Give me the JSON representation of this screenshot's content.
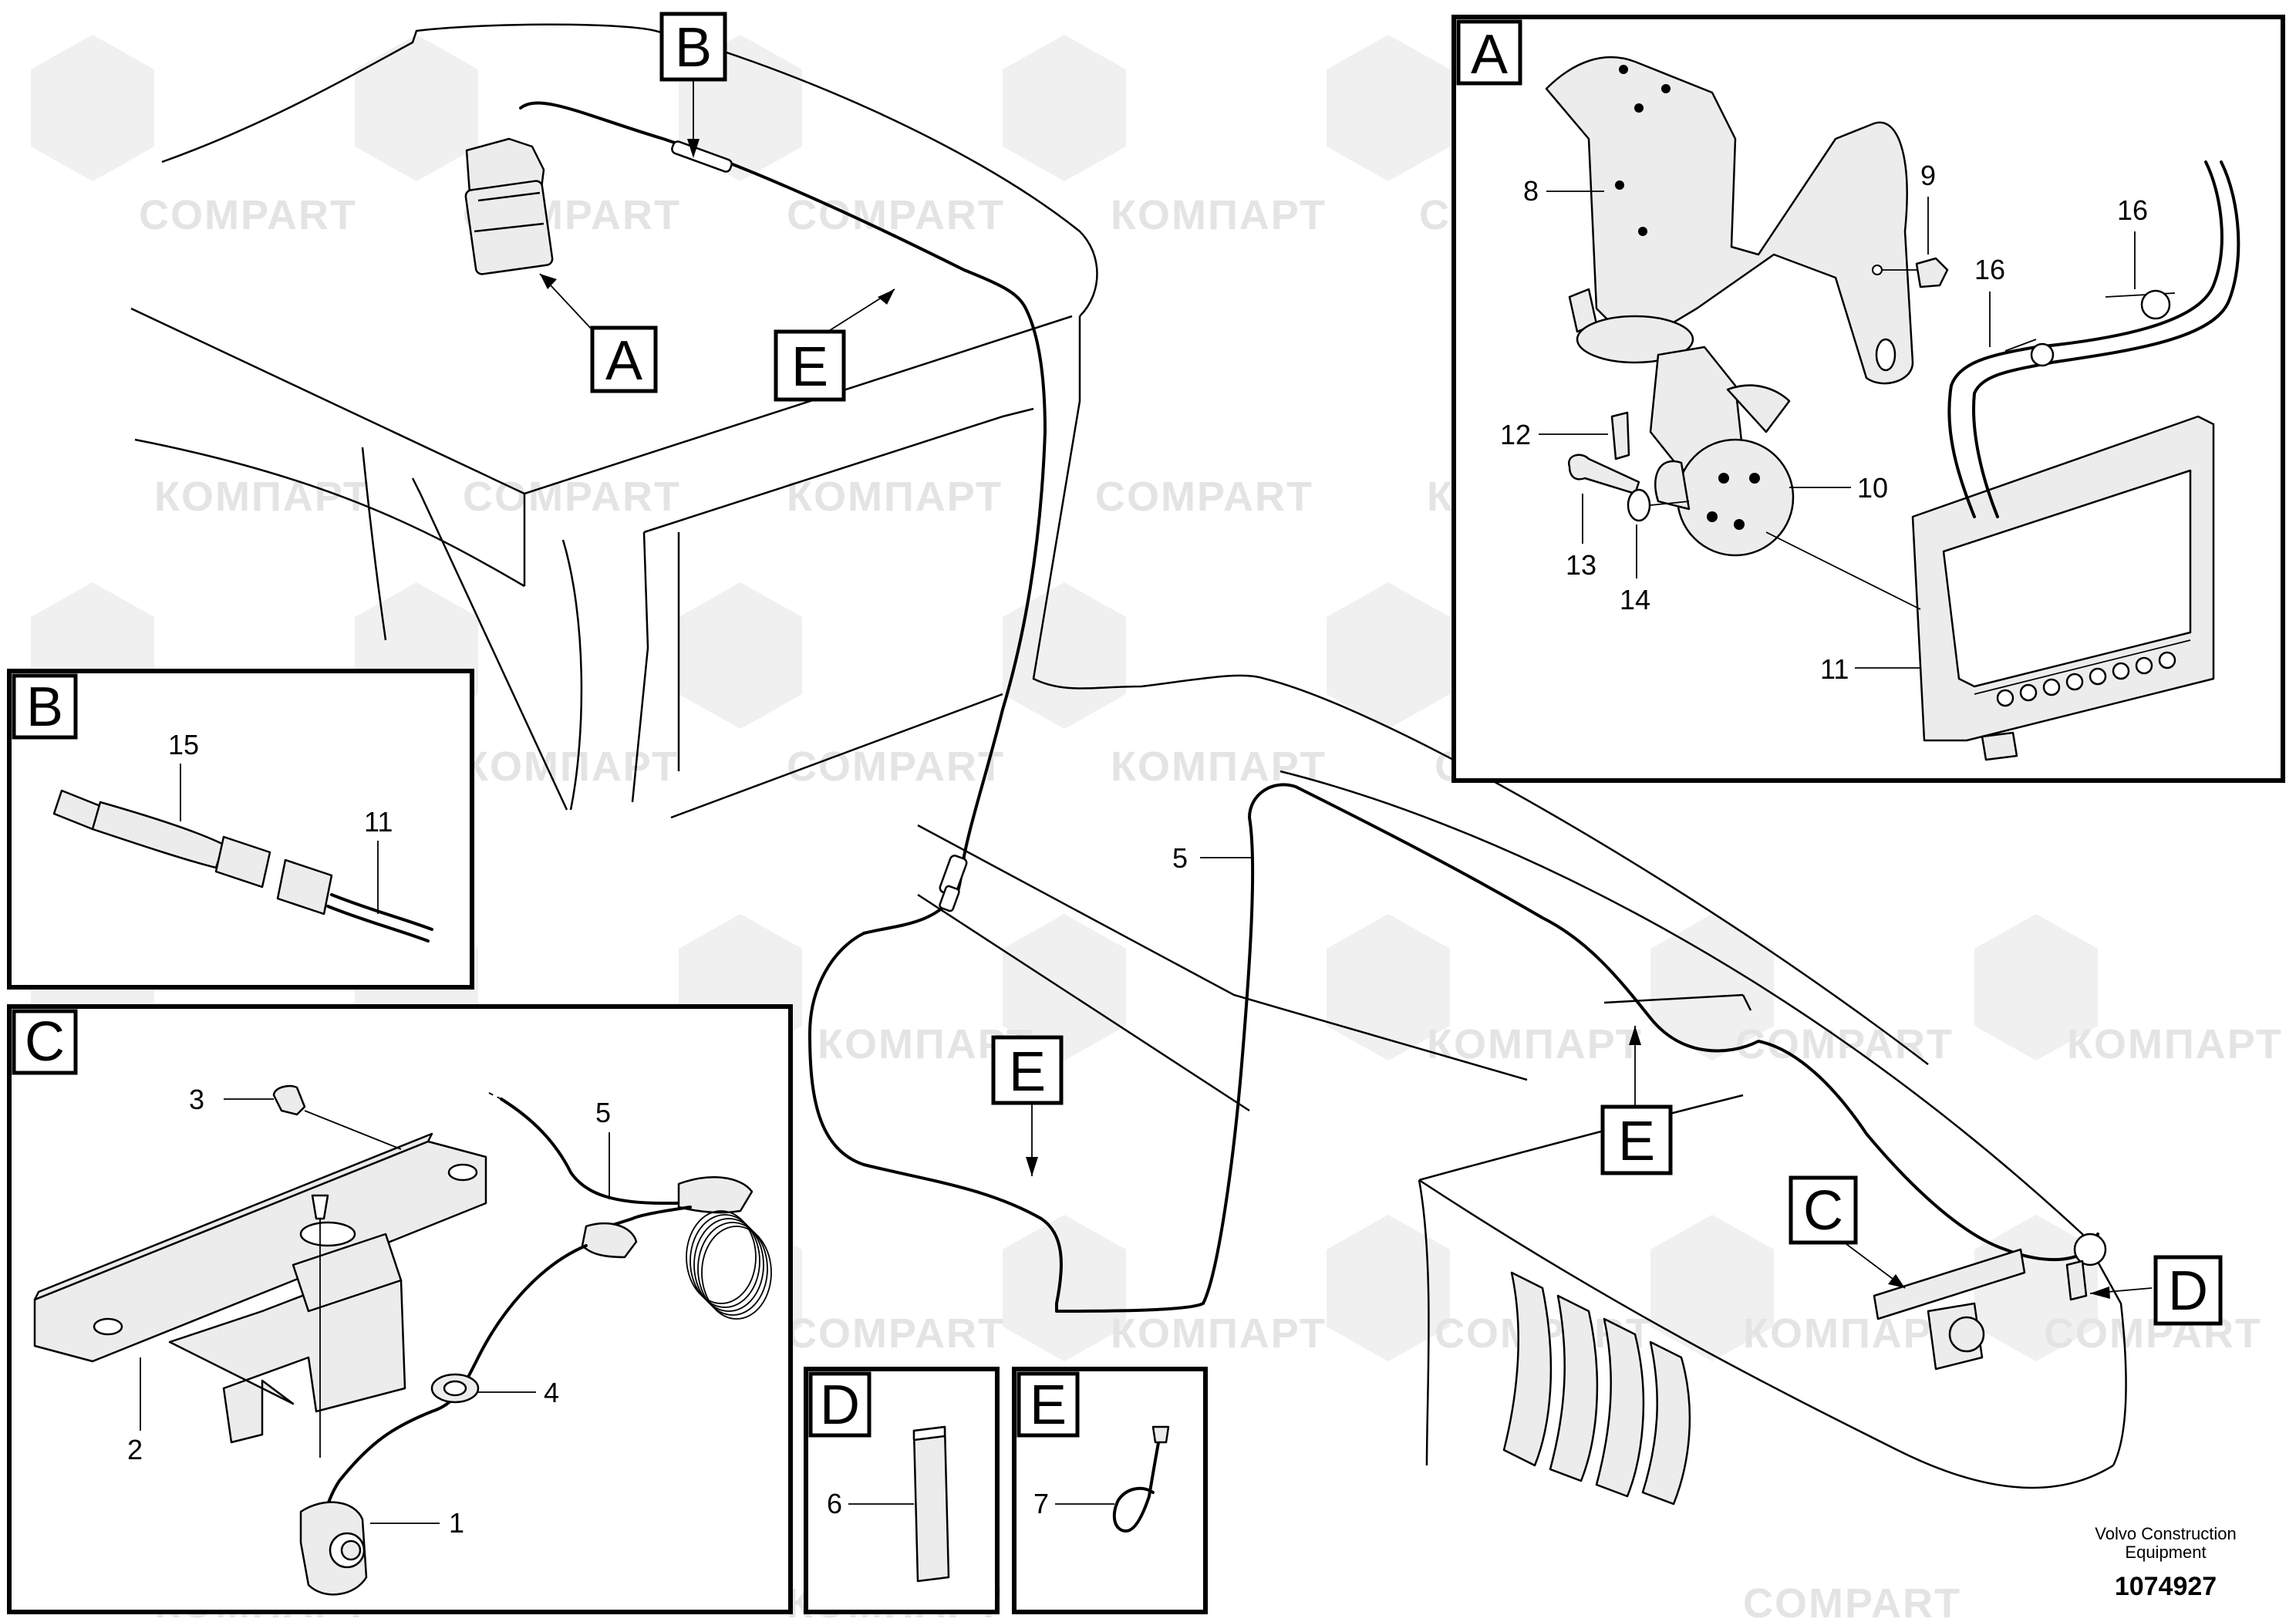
{
  "watermark": {
    "brand_latin": "COMPART",
    "brand_cyrillic": "КОМПАРТ"
  },
  "callouts": {
    "a_top": "A",
    "b_top": "B",
    "e_top": "E",
    "e_mid": "E",
    "e_right": "E",
    "c_right": "C",
    "d_right": "D"
  },
  "panel_a": {
    "letter": "A",
    "items": {
      "p8": "8",
      "p9": "9",
      "p16a": "16",
      "p16b": "16",
      "p12": "12",
      "p10": "10",
      "p13": "13",
      "p14": "14",
      "p11": "11"
    }
  },
  "panel_b": {
    "letter": "B",
    "items": {
      "p15": "15",
      "p11": "11"
    }
  },
  "panel_c": {
    "letter": "C",
    "items": {
      "p3": "3",
      "p5": "5",
      "p4": "4",
      "p2": "2",
      "p1": "1"
    }
  },
  "panel_d": {
    "letter": "D",
    "items": {
      "p6": "6"
    }
  },
  "panel_e": {
    "letter": "E",
    "items": {
      "p7": "7"
    }
  },
  "main_labels": {
    "p5": "5"
  },
  "footer": {
    "company_line1": "Volvo Construction",
    "company_line2": "Equipment",
    "document_number": "1074927"
  }
}
